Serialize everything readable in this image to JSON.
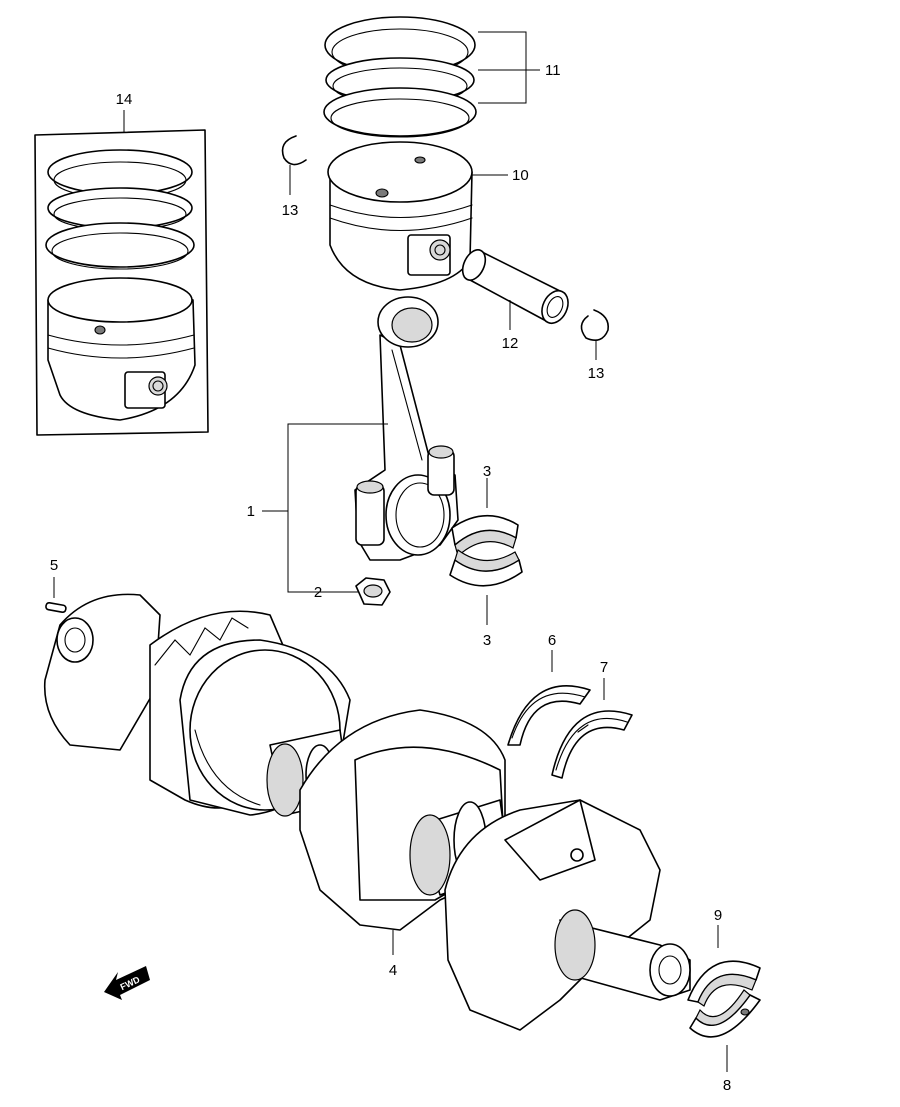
{
  "diagram": {
    "callouts": {
      "c1": "1",
      "c2": "2",
      "c3a": "3",
      "c3b": "3",
      "c4": "4",
      "c5": "5",
      "c6": "6",
      "c7": "7",
      "c8": "8",
      "c9": "9",
      "c10": "10",
      "c11": "11",
      "c12": "12",
      "c13a": "13",
      "c13b": "13",
      "c14": "14"
    },
    "fwd_label": "FWD"
  }
}
